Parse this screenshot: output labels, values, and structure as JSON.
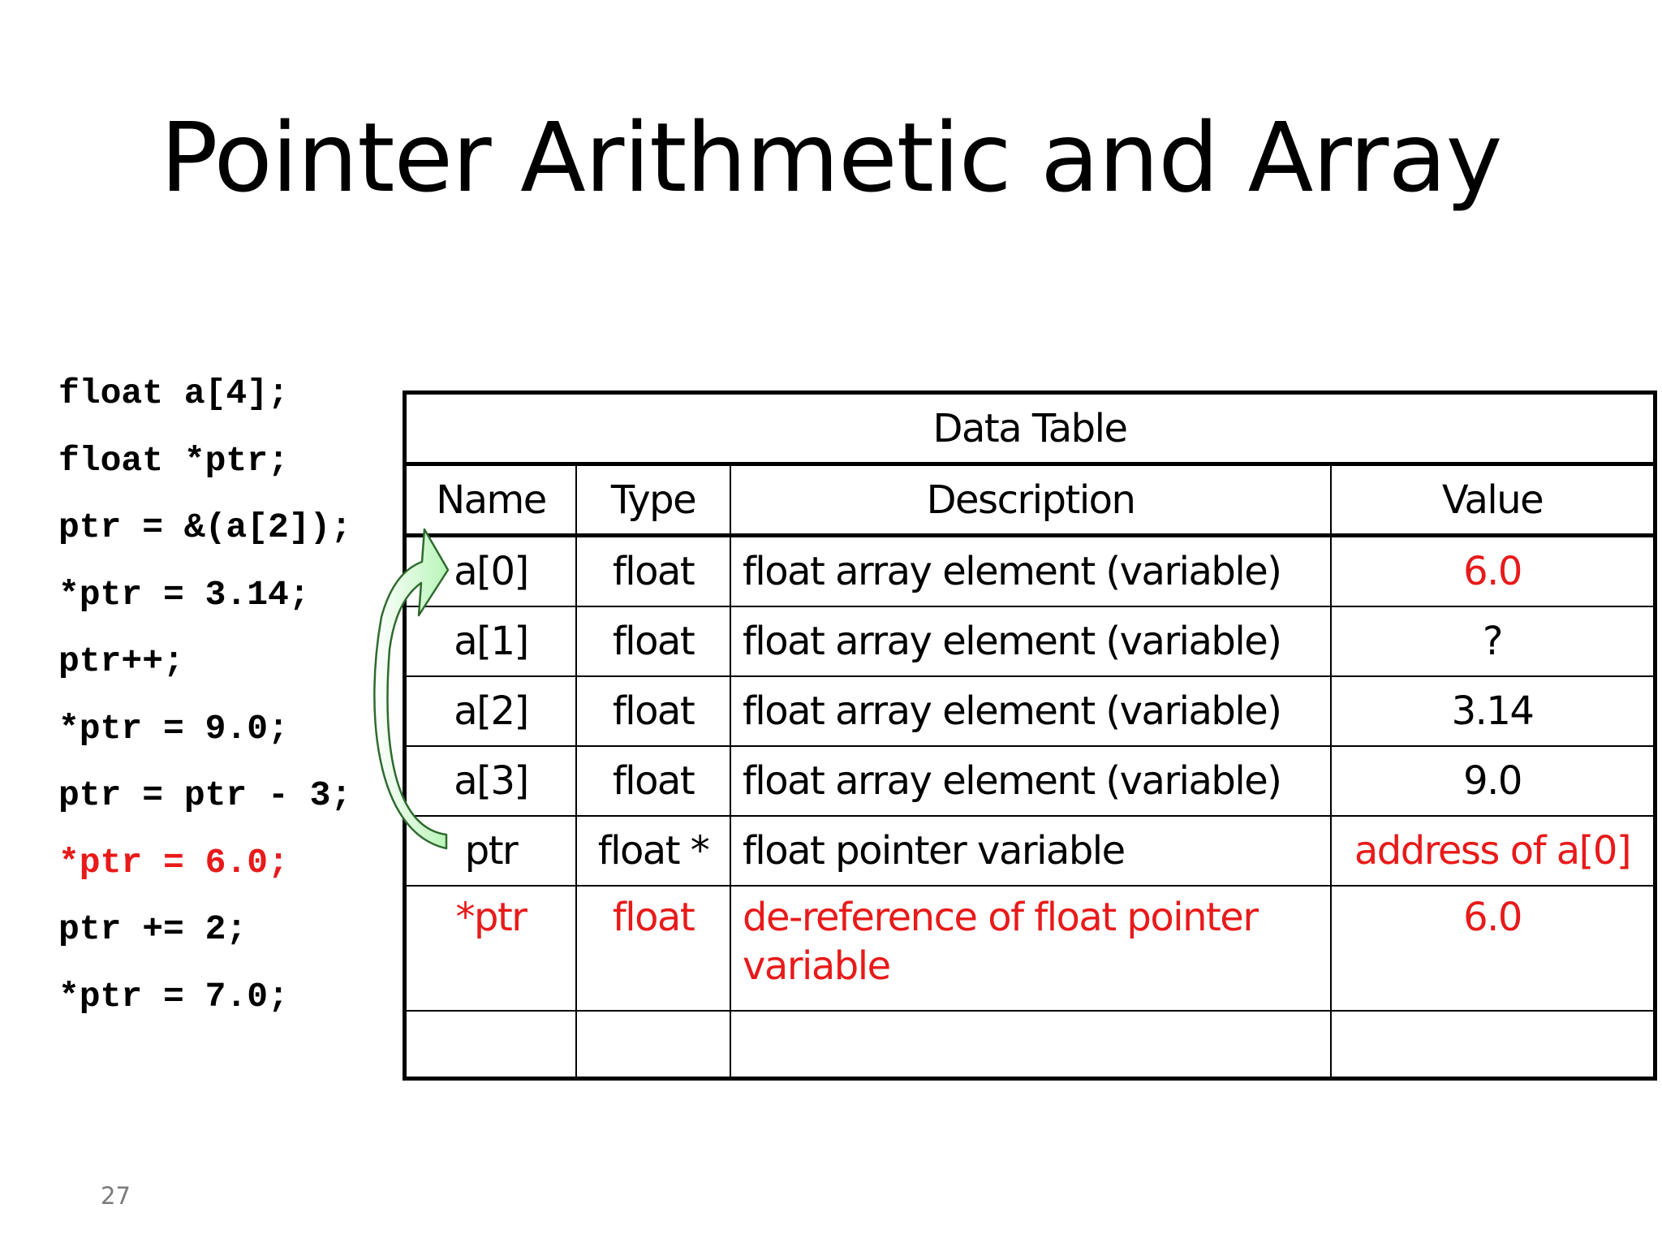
{
  "slide": {
    "title": "Pointer Arithmetic and Array",
    "page_number": "27"
  },
  "code": {
    "lines": [
      "float a[4];",
      "float *ptr;",
      "ptr = &(a[2]);",
      "*ptr = 3.14;",
      "ptr++;",
      "*ptr = 9.0;",
      "ptr = ptr - 3;",
      "*ptr = 6.0;",
      "ptr += 2;",
      "*ptr = 7.0;"
    ],
    "highlight_color": "#e81a1a"
  },
  "table": {
    "caption": "Data Table",
    "headers": [
      "Name",
      "Type",
      "Description",
      "Value"
    ],
    "rows": [
      {
        "name": "a[0]",
        "type": "float",
        "description": "float array element (variable)",
        "value": "6.0"
      },
      {
        "name": "a[1]",
        "type": "float",
        "description": "float array element (variable)",
        "value": "?"
      },
      {
        "name": "a[2]",
        "type": "float",
        "description": "float array element (variable)",
        "value": "3.14"
      },
      {
        "name": "a[3]",
        "type": "float",
        "description": "float array element (variable)",
        "value": "9.0"
      },
      {
        "name": "ptr",
        "type": "float *",
        "description": "float pointer variable",
        "value": "address of a[0]"
      },
      {
        "name": "*ptr",
        "type": "float",
        "description": "de-reference of float pointer variable",
        "value": "6.0"
      }
    ]
  },
  "arrow": {
    "icon": "curved-arrow-icon",
    "fill_color": "#e8ffe8",
    "stroke_color": "#2e6b2e"
  }
}
